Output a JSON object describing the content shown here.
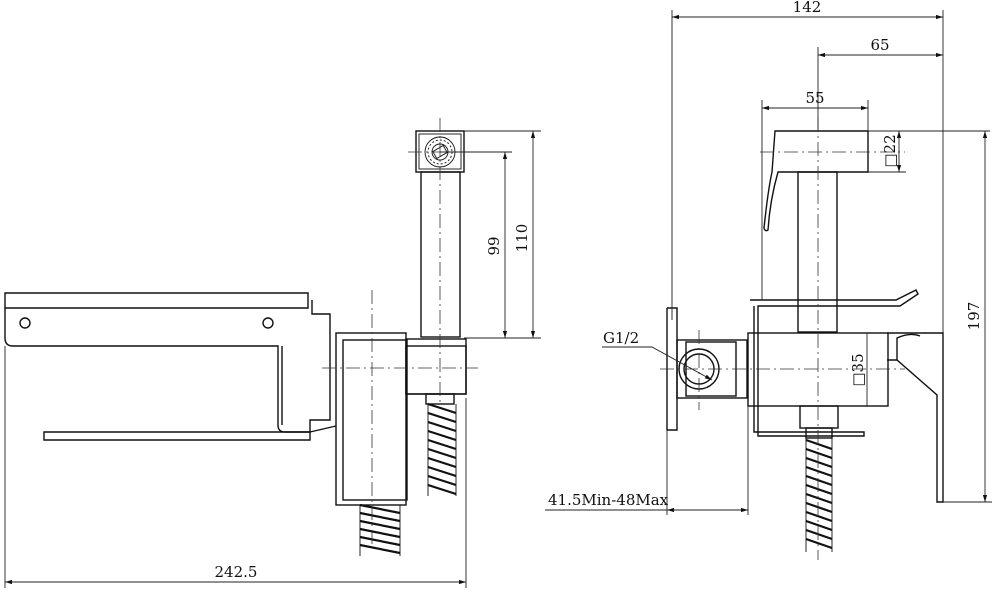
{
  "dimensions": {
    "left_total_width": "242.5",
    "handle_height_110": "110",
    "handle_height_99": "99",
    "total_depth": "142",
    "depth_65": "65",
    "depth_55": "55",
    "height_197": "197",
    "square_22": "□22",
    "square_35": "□35",
    "thread": "G1/2",
    "wall_range": "41.5Min-48Max"
  },
  "colors": {
    "line": "#111111",
    "background": "#ffffff"
  }
}
